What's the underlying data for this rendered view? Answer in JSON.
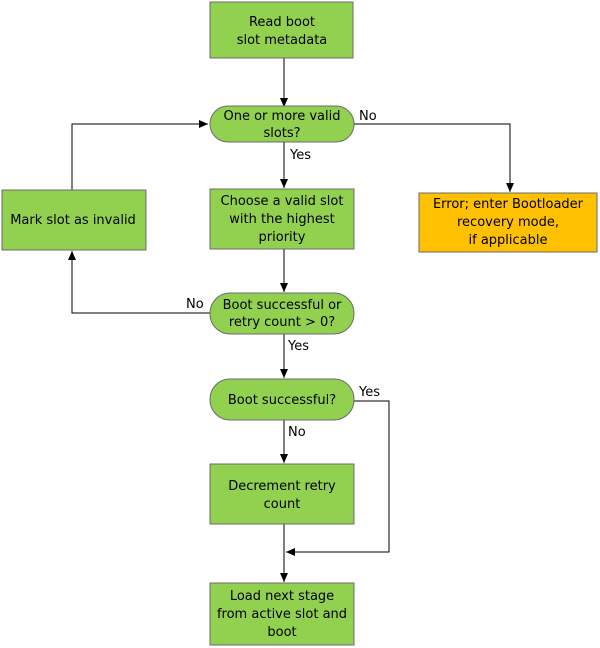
{
  "colors": {
    "process_fill": "#92d050",
    "decision_fill": "#92d050",
    "error_fill": "#ffc000",
    "node_stroke": "#6b6b6b",
    "edge_stroke": "#000000"
  },
  "nodes": {
    "read_metadata": {
      "lines": [
        "Read boot",
        "slot metadata"
      ]
    },
    "valid_slots_decision": {
      "lines": [
        "One or more valid",
        "slots?"
      ]
    },
    "choose_slot": {
      "lines": [
        "Choose a valid slot",
        "with the highest",
        "priority"
      ]
    },
    "mark_invalid": {
      "lines": [
        "Mark slot as invalid"
      ]
    },
    "error_recovery": {
      "lines": [
        "Error; enter Bootloader",
        "recovery mode,",
        "if applicable"
      ]
    },
    "boot_or_retry_decision": {
      "lines": [
        "Boot successful or",
        "retry count > 0?"
      ]
    },
    "boot_successful_decision": {
      "lines": [
        "Boot successful?"
      ]
    },
    "decrement_retry": {
      "lines": [
        "Decrement retry",
        "count"
      ]
    },
    "load_next_stage": {
      "lines": [
        "Load next stage",
        "from active slot and",
        "boot"
      ]
    }
  },
  "edge_labels": {
    "valid_no": "No",
    "valid_yes": "Yes",
    "retry_no": "No",
    "retry_yes": "Yes",
    "success_yes": "Yes",
    "success_no": "No"
  }
}
